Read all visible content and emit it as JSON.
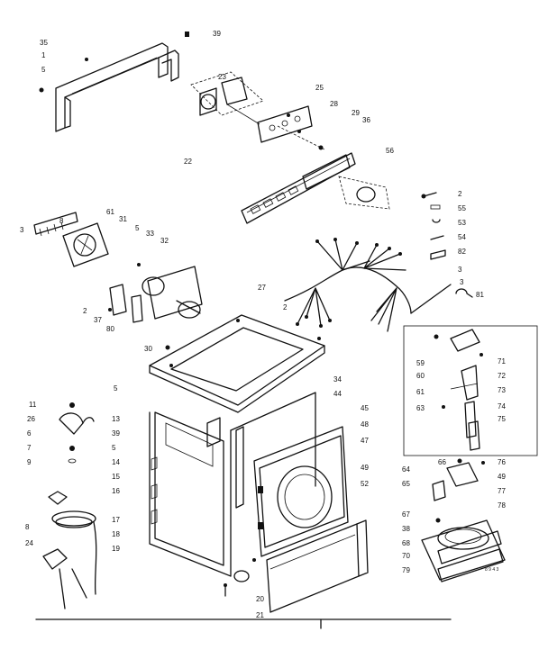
{
  "part_labels": [
    "35",
    "39",
    "1",
    "5",
    "23",
    "25",
    "28",
    "29",
    "36",
    "22",
    "56",
    "2",
    "55",
    "53",
    "54",
    "82",
    "3",
    "61",
    "31",
    "33",
    "32",
    "2",
    "37",
    "80",
    "5",
    "27",
    "3",
    "81",
    "30",
    "34",
    "44",
    "5",
    "11",
    "26",
    "6",
    "7",
    "9",
    "13",
    "39",
    "5",
    "14",
    "15",
    "16",
    "17",
    "18",
    "19",
    "45",
    "48",
    "47",
    "49",
    "52",
    "20",
    "21",
    "59",
    "60",
    "71",
    "72",
    "61",
    "73",
    "74",
    "63",
    "75",
    "64",
    "66",
    "76",
    "65",
    "49",
    "77",
    "78",
    "67",
    "38",
    "68",
    "70",
    "79",
    "8",
    "24",
    "3",
    "2",
    "8"
  ],
  "footnote": "8 9 4 3"
}
